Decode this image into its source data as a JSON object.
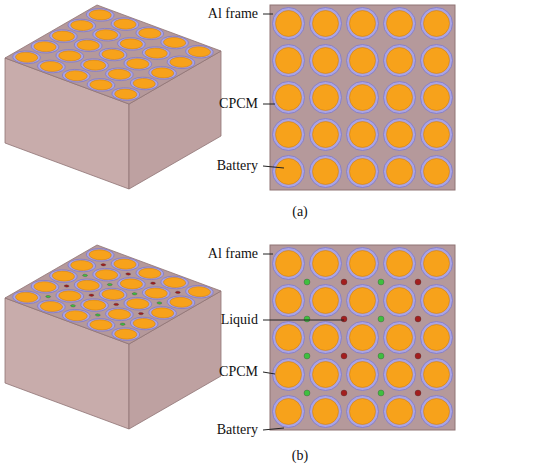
{
  "diagram": {
    "labels": [
      "Al frame",
      "CPCM",
      "Battery",
      "(a)",
      "Al frame",
      "Liquid",
      "CPCM",
      "Battery",
      "(b)"
    ]
  }
}
